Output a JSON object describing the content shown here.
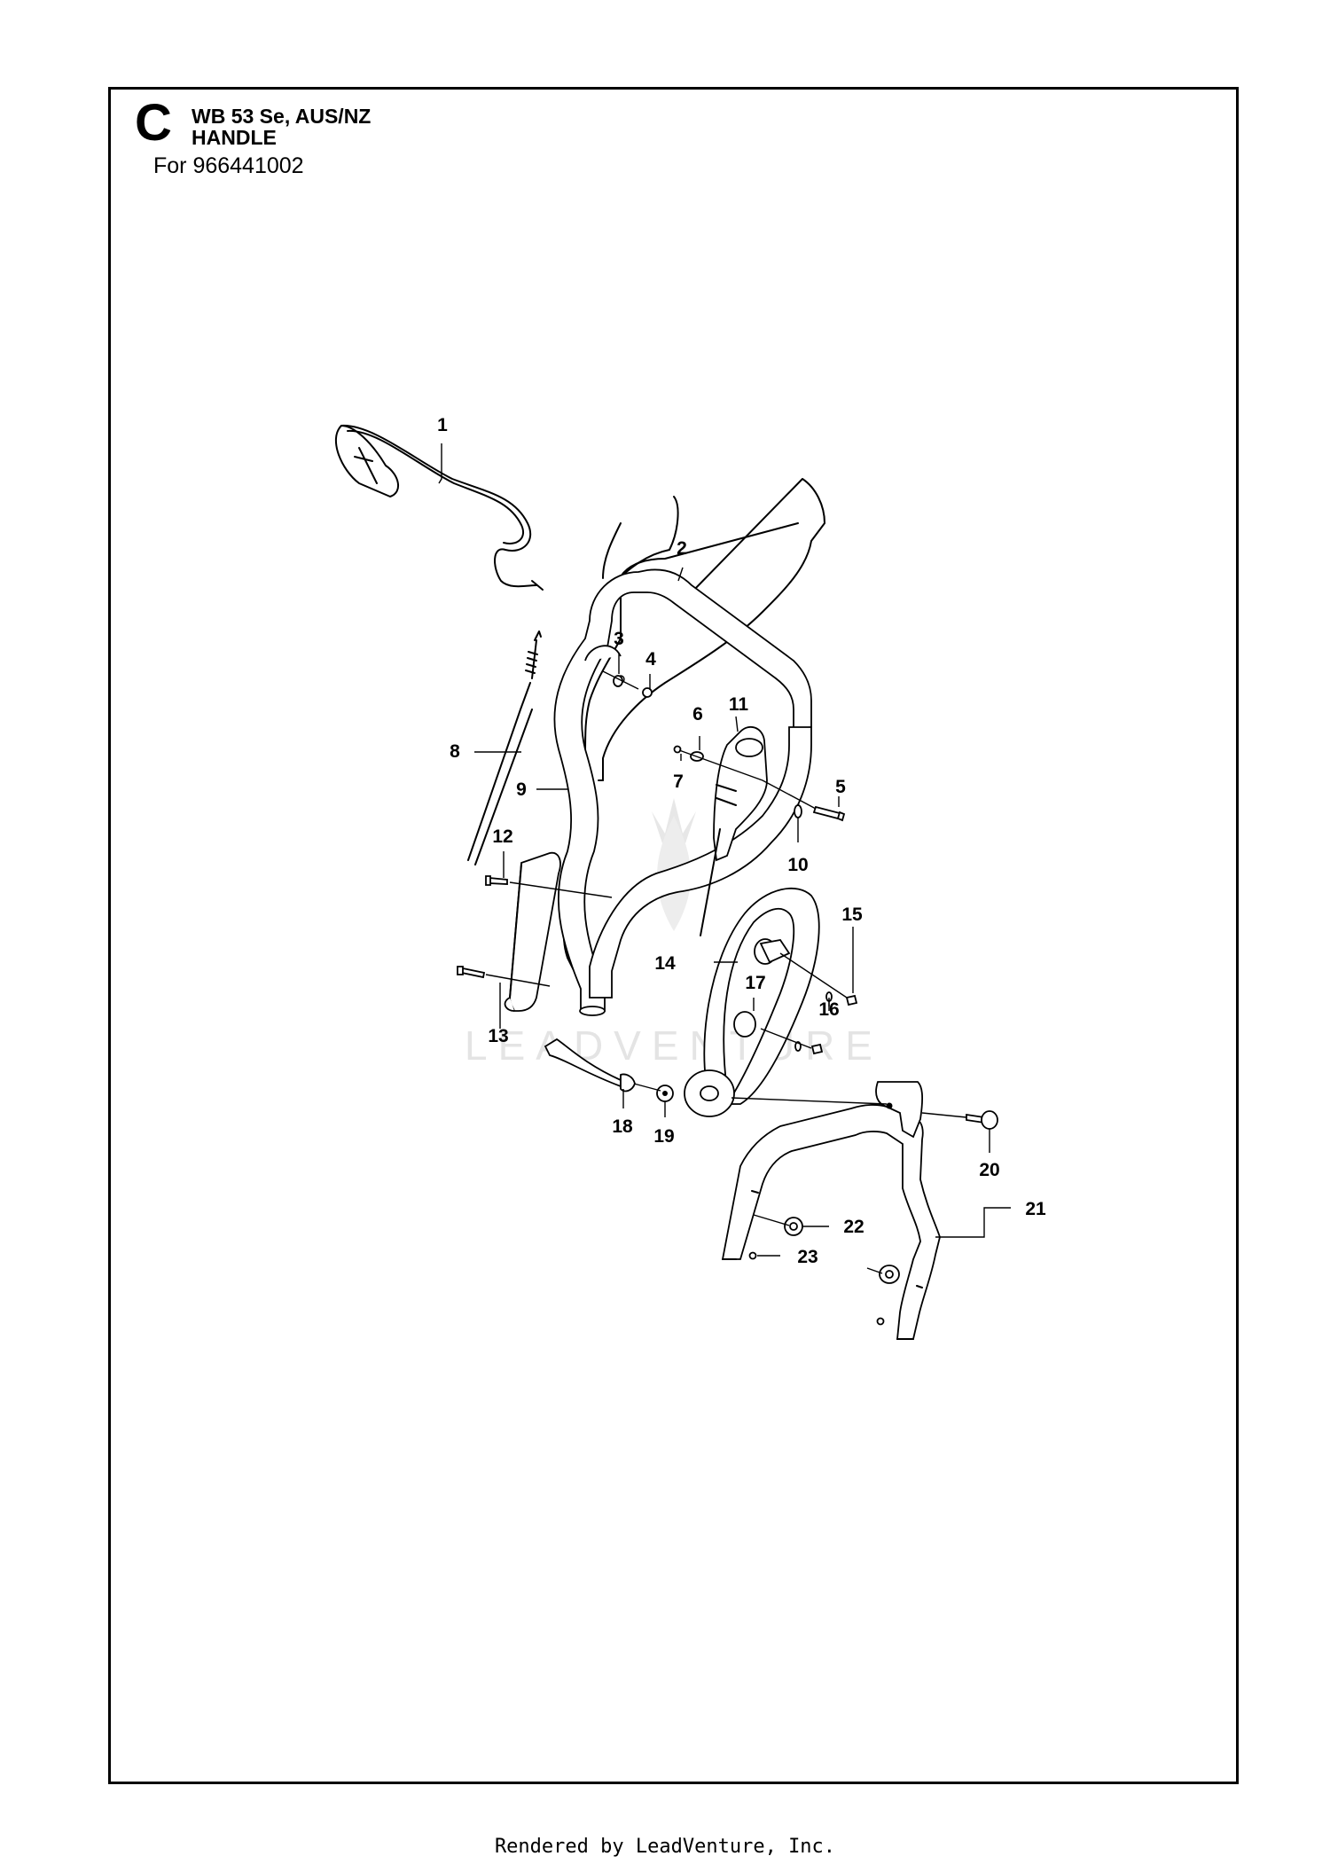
{
  "header": {
    "section_letter": "C",
    "model": "WB 53 Se, AUS/NZ",
    "part_group": "HANDLE",
    "serial": "For 966441002"
  },
  "watermark": {
    "text": "LEADVENTURE"
  },
  "callouts": [
    {
      "id": "callout-1",
      "label": "1"
    },
    {
      "id": "callout-2",
      "label": "2"
    },
    {
      "id": "callout-3",
      "label": "3"
    },
    {
      "id": "callout-4",
      "label": "4"
    },
    {
      "id": "callout-5",
      "label": "5"
    },
    {
      "id": "callout-6",
      "label": "6"
    },
    {
      "id": "callout-7",
      "label": "7"
    },
    {
      "id": "callout-8",
      "label": "8"
    },
    {
      "id": "callout-9",
      "label": "9"
    },
    {
      "id": "callout-10",
      "label": "10"
    },
    {
      "id": "callout-11",
      "label": "11"
    },
    {
      "id": "callout-12",
      "label": "12"
    },
    {
      "id": "callout-13",
      "label": "13"
    },
    {
      "id": "callout-14",
      "label": "14"
    },
    {
      "id": "callout-15",
      "label": "15"
    },
    {
      "id": "callout-16",
      "label": "16"
    },
    {
      "id": "callout-17",
      "label": "17"
    },
    {
      "id": "callout-18",
      "label": "18"
    },
    {
      "id": "callout-19",
      "label": "19"
    },
    {
      "id": "callout-20",
      "label": "20"
    },
    {
      "id": "callout-21",
      "label": "21"
    },
    {
      "id": "callout-22",
      "label": "22"
    },
    {
      "id": "callout-23",
      "label": "23"
    }
  ],
  "footer": {
    "text": "Rendered by LeadVenture, Inc."
  }
}
